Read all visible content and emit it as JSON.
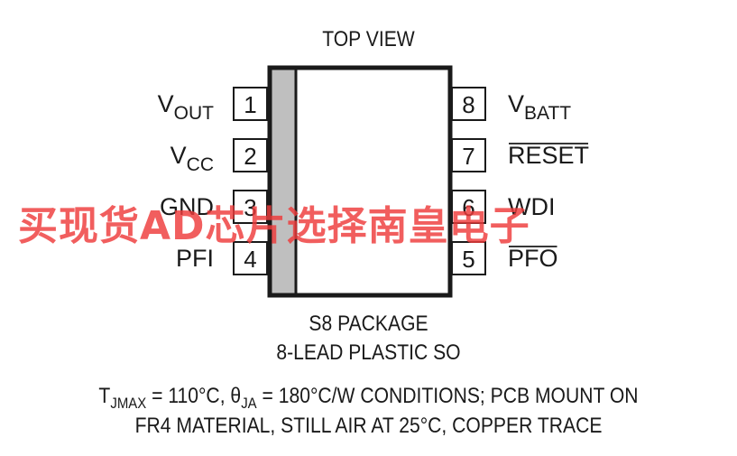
{
  "title": "TOP VIEW",
  "left_pins": [
    {
      "num": "1",
      "name": "V",
      "sub": "OUT",
      "overline": false
    },
    {
      "num": "2",
      "name": "V",
      "sub": "CC",
      "overline": false
    },
    {
      "num": "3",
      "name": "GND",
      "sub": "",
      "overline": false
    },
    {
      "num": "4",
      "name": "PFI",
      "sub": "",
      "overline": false
    }
  ],
  "right_pins": [
    {
      "num": "8",
      "name": "V",
      "sub": "BATT",
      "overline": false
    },
    {
      "num": "7",
      "name": "RESET",
      "sub": "",
      "overline": true
    },
    {
      "num": "6",
      "name": "WDI",
      "sub": "",
      "overline": false
    },
    {
      "num": "5",
      "name": "PFO",
      "sub": "",
      "overline": true
    }
  ],
  "package": {
    "line1": "S8 PACKAGE",
    "line2": "8-LEAD PLASTIC SO"
  },
  "conditions": {
    "t_symbol": "T",
    "t_sub": "JMAX",
    "t_value": " = 110°C, ",
    "theta_symbol": "θ",
    "theta_sub": "JA",
    "theta_value": " = 180°C/W CONDITIONS; PCB MOUNT ON",
    "line2": "FR4 MATERIAL, STILL AIR AT 25°C, COPPER TRACE"
  },
  "watermark": "买现货AD芯片选择南皇电子",
  "colors": {
    "stroke": "#1a1a1a",
    "pin1_stripe": "#bfbfbf",
    "watermark": "#ee3b3b"
  }
}
